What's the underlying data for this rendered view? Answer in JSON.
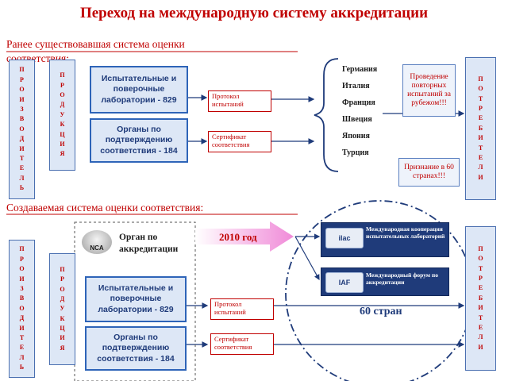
{
  "title": "Переход на международную систему аккредитации",
  "old_system": {
    "heading_line1": "Ранее существовавшая  система оценки",
    "heading_line2": "соответствия:",
    "producers": "П\nР\nО\nИ\nЗ\nВ\nО\nД\nИ\nТ\nЕ\nЛ\nЬ",
    "products": "П\nР\nО\nД\nУ\nК\nЦ\nИ\nЯ",
    "labs": "Испытательные и поверочные лаборатории - 829",
    "bodies": "Органы по подтверждению соответствия - 184",
    "protocol": "Протокол испытаний",
    "certificate": "Сертификат соответствия",
    "countries": [
      "Германия",
      "Италия",
      "Франция",
      "Швеция",
      "Япония",
      "Турция"
    ],
    "note_tests": "Проведение повторных испытаний за рубежом!!!",
    "note_recognition": "Признание в 60 странах!!!",
    "consumers": "П\nО\nТ\nР\nЕ\nБ\nИ\nТ\nЕ\nЛ\nИ"
  },
  "new_system": {
    "heading": "Создаваемая система оценки соответствия:",
    "producers": "П\nР\nО\nИ\nЗ\nВ\nО\nД\nИ\nТ\nЕ\nЛ\nЬ",
    "products": "П\nР\nО\nД\nУ\nК\nЦ\nИ\nЯ",
    "ncr_logo": "NCA",
    "accreditation_body": "Орган по аккредитации",
    "year": "2010 год",
    "labs": "Испытательные и поверочные лаборатории - 829",
    "bodies": "Органы по подтверждению соответствия - 184",
    "protocol": "Протокол испытаний",
    "certificate": "Сертификат соответствия",
    "ilac_logo": "ilac",
    "ilac": "Международная кооперация испытательных лабораторий",
    "iaf_logo": "IAF",
    "iaf": "Международный форум по аккредитации",
    "countries_count": "60 стран",
    "consumers": "П\nО\nТ\nР\nЕ\nБ\nИ\nТ\nЕ\nЛ\nИ"
  },
  "colors": {
    "title": "#c00000",
    "box_border": "#2e64b8",
    "box_fill": "#dde7f6",
    "navy": "#1f3b7a",
    "arrow": "#f08ad8"
  }
}
